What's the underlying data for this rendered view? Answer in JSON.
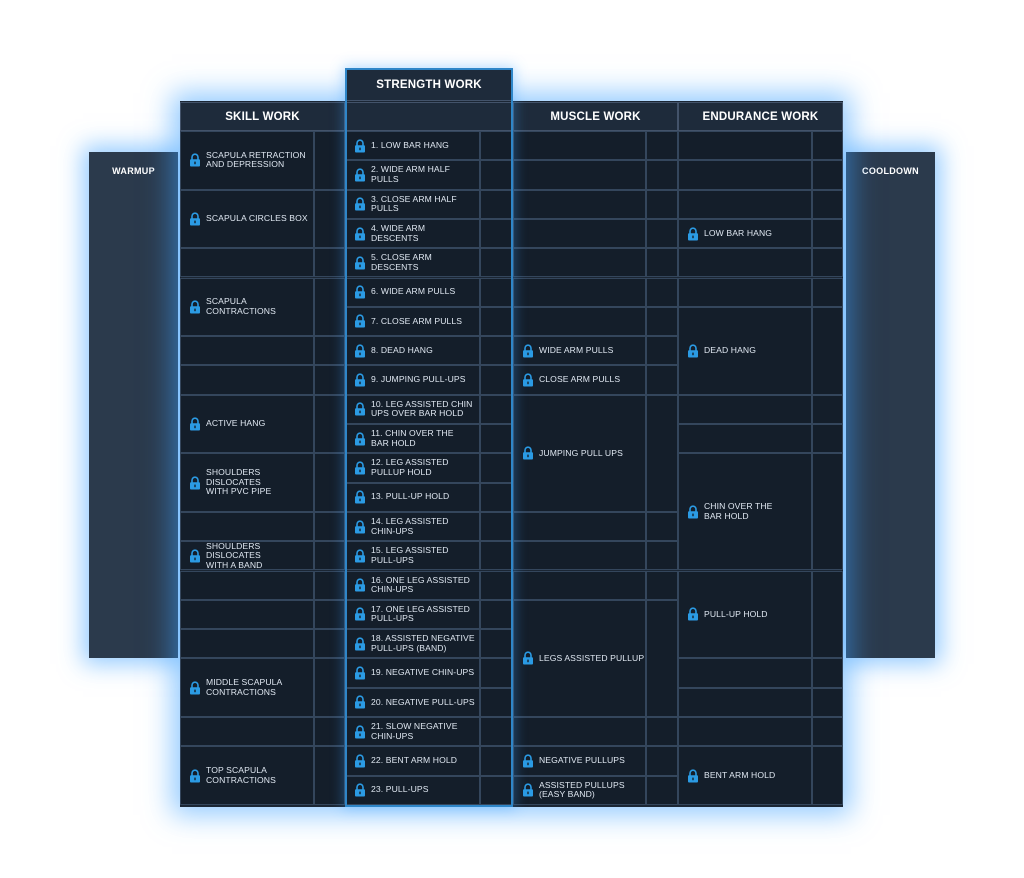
{
  "side": {
    "warmup": "WARMUP",
    "cooldown": "COOLDOWN"
  },
  "headers": {
    "skill": "SKILL WORK",
    "strength": "STRENGTH WORK",
    "muscle": "MUSCLE WORK",
    "endurance": "ENDURANCE WORK"
  },
  "icon": "lock-icon",
  "accent": "#2b9be4",
  "skill": [
    {
      "label": "SCAPULA RETRACTION\nAND DEPRESSION",
      "rows": 2
    },
    {
      "label": "SCAPULA CIRCLES BOX",
      "rows": 2
    },
    {
      "label": "",
      "rows": 1
    },
    {
      "label": "SCAPULA\nCONTRACTIONS",
      "rows": 2
    },
    {
      "label": "",
      "rows": 1
    },
    {
      "label": "",
      "rows": 1
    },
    {
      "label": "ACTIVE HANG",
      "rows": 2
    },
    {
      "label": "SHOULDERS DISLOCATES\nWITH PVC PIPE",
      "rows": 2
    },
    {
      "label": "",
      "rows": 1
    },
    {
      "label": "SHOULDERS DISLOCATES\nWITH A BAND",
      "rows": 1
    },
    {
      "label": "",
      "rows": 1
    },
    {
      "label": "",
      "rows": 1
    },
    {
      "label": "",
      "rows": 1
    },
    {
      "label": "MIDDLE SCAPULA\nCONTRACTIONS",
      "rows": 2
    },
    {
      "label": "",
      "rows": 1
    },
    {
      "label": "TOP SCAPULA\nCONTRACTIONS",
      "rows": 2
    }
  ],
  "strength": [
    "1. LOW BAR HANG",
    "2. WIDE ARM HALF\nPULLS",
    "3. CLOSE ARM HALF\nPULLS",
    "4. WIDE ARM\nDESCENTS",
    "5. CLOSE ARM\nDESCENTS",
    "6. WIDE ARM PULLS",
    "7. CLOSE ARM PULLS",
    "8. DEAD HANG",
    "9. JUMPING PULL-UPS",
    "10. LEG ASSISTED CHIN\nUPS OVER BAR HOLD",
    "11. CHIN OVER THE\nBAR HOLD",
    "12. LEG ASSISTED\nPULLUP HOLD",
    "13. PULL-UP HOLD",
    "14. LEG ASSISTED\nCHIN-UPS",
    "15. LEG ASSISTED\nPULL-UPS",
    "16. ONE LEG ASSISTED\nCHIN-UPS",
    "17. ONE LEG ASSISTED\nPULL-UPS",
    "18. ASSISTED NEGATIVE\nPULL-UPS (BAND)",
    "19. NEGATIVE CHIN-UPS",
    "20. NEGATIVE PULL-UPS",
    "21. SLOW NEGATIVE\nCHIN-UPS",
    "22. BENT ARM HOLD",
    "23. PULL-UPS"
  ],
  "muscle": [
    {
      "label": "",
      "rows": 1
    },
    {
      "label": "",
      "rows": 1
    },
    {
      "label": "",
      "rows": 1
    },
    {
      "label": "",
      "rows": 1
    },
    {
      "label": "",
      "rows": 1
    },
    {
      "label": "",
      "rows": 1
    },
    {
      "label": "",
      "rows": 1
    },
    {
      "label": "WIDE ARM PULLS",
      "rows": 1
    },
    {
      "label": "CLOSE ARM PULLS",
      "rows": 1
    },
    {
      "label": "JUMPING PULL UPS",
      "rows": 4
    },
    {
      "label": "",
      "rows": 1
    },
    {
      "label": "",
      "rows": 1
    },
    {
      "label": "",
      "rows": 1
    },
    {
      "label": "LEGS ASSISTED PULLUP",
      "rows": 4
    },
    {
      "label": "",
      "rows": 1
    },
    {
      "label": "NEGATIVE PULLUPS",
      "rows": 1
    },
    {
      "label": "ASSISTED PULLUPS\n(EASY BAND)",
      "rows": 1
    }
  ],
  "endurance": [
    {
      "label": "",
      "rows": 1
    },
    {
      "label": "",
      "rows": 1
    },
    {
      "label": "",
      "rows": 1
    },
    {
      "label": "LOW BAR HANG",
      "rows": 1
    },
    {
      "label": "",
      "rows": 1
    },
    {
      "label": "",
      "rows": 1
    },
    {
      "label": "DEAD HANG",
      "rows": 3
    },
    {
      "label": "",
      "rows": 1
    },
    {
      "label": "",
      "rows": 1
    },
    {
      "label": "CHIN OVER THE\nBAR HOLD",
      "rows": 4
    },
    {
      "label": "PULL-UP HOLD",
      "rows": 3
    },
    {
      "label": "",
      "rows": 1
    },
    {
      "label": "",
      "rows": 1
    },
    {
      "label": "",
      "rows": 1
    },
    {
      "label": "BENT ARM HOLD",
      "rows": 2
    }
  ]
}
